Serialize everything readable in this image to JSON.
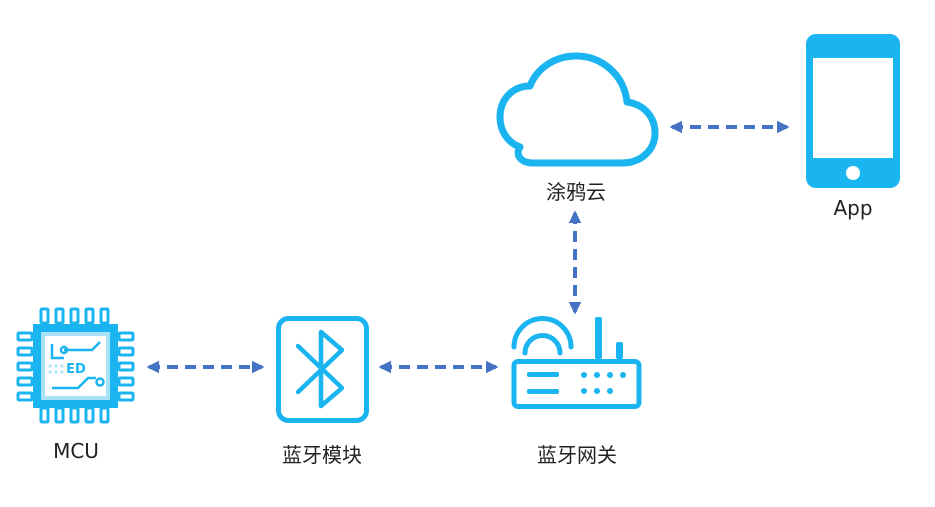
{
  "colors": {
    "icon": "#1AB4F0",
    "arrow": "#4472C4",
    "chip_inner": "#A9E2F8"
  },
  "nodes": {
    "mcu": {
      "label": "MCU",
      "icon": "microchip-icon",
      "chip_text": "ED"
    },
    "bt_module": {
      "label": "蓝牙模块",
      "icon": "bluetooth-icon"
    },
    "gateway": {
      "label": "蓝牙网关",
      "icon": "router-icon"
    },
    "cloud": {
      "label": "涂鸦云",
      "icon": "cloud-icon"
    },
    "app": {
      "label": "App",
      "icon": "smartphone-icon"
    }
  },
  "connections": [
    {
      "from": "mcu",
      "to": "bt_module",
      "style": "dashed",
      "direction": "both"
    },
    {
      "from": "bt_module",
      "to": "gateway",
      "style": "dashed",
      "direction": "both"
    },
    {
      "from": "gateway",
      "to": "cloud",
      "style": "dashed",
      "direction": "both"
    },
    {
      "from": "cloud",
      "to": "app",
      "style": "dashed",
      "direction": "both"
    }
  ]
}
